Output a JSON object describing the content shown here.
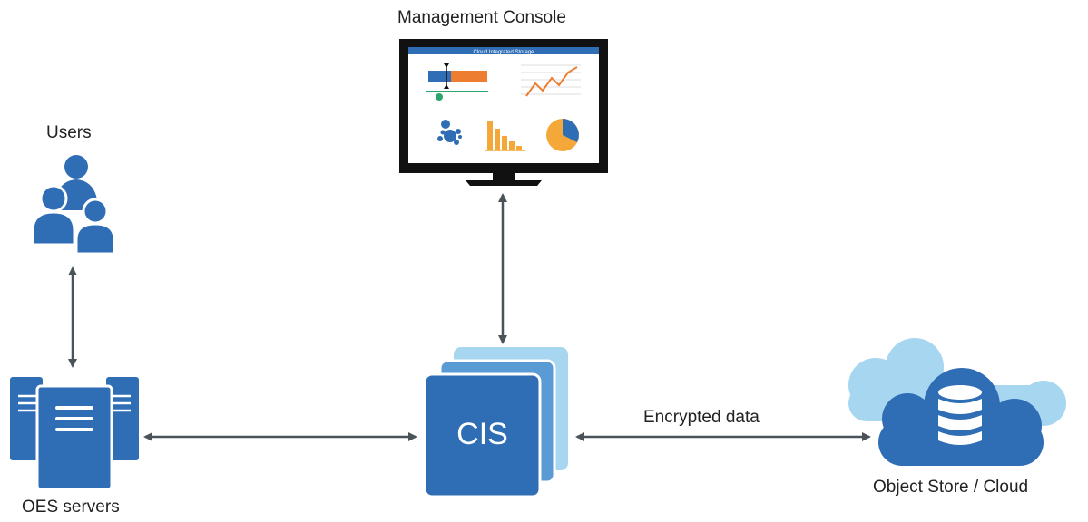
{
  "labels": {
    "management_console": "Management Console",
    "users": "Users",
    "oes_servers": "OES servers",
    "cis": "CIS",
    "encrypted_data": "Encrypted data",
    "object_store": "Object Store / Cloud",
    "console_title": "Cloud Integrated Storage"
  },
  "colors": {
    "blue": "#2f6db5",
    "light_blue": "#a7d6f0",
    "mid_blue": "#5a9bd5",
    "orange": "#ed7d31",
    "arrow": "#4a5358",
    "green": "#2ea36a"
  },
  "icons": [
    "users-icon",
    "server-stack-icon",
    "monitor-icon",
    "cis-stack-icon",
    "cloud-database-icon"
  ]
}
